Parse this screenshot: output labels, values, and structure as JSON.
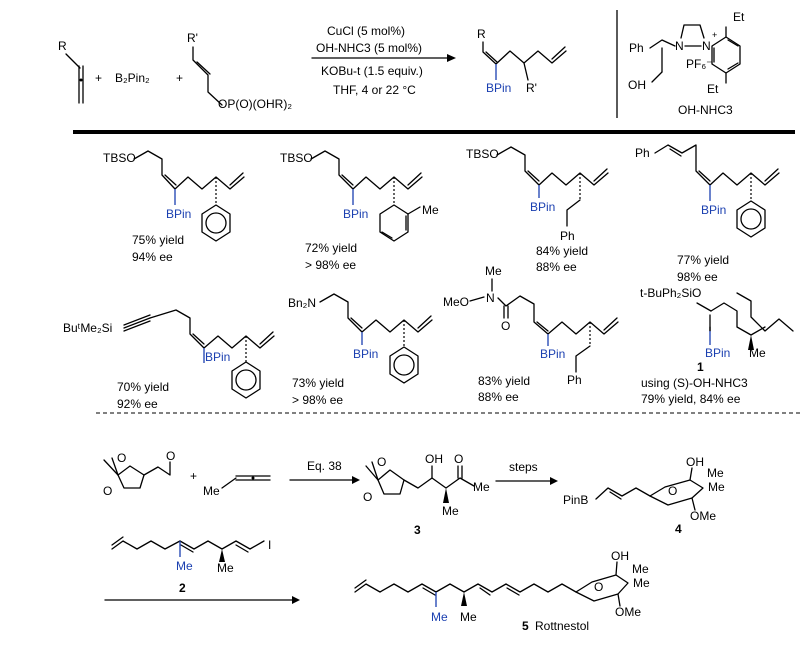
{
  "reaction": {
    "r_label": "R",
    "plus": "+",
    "b2pin2": "B₂Pin₂",
    "rprime": "R'",
    "phosphate": "OP(O)(OHR)₂",
    "cond1": "CuCl (5 mol%)",
    "cond2": "OH-NHC3 (5 mol%)",
    "cond3": "KOBu-t (1.5 equiv.)",
    "cond4": "THF, 4 or 22 °C",
    "prod_r": "R",
    "prod_bpin": "BPin",
    "prod_rprime": "R'"
  },
  "catalyst": {
    "name": "OH-NHC3",
    "ph": "Ph",
    "oh": "OH",
    "et": "Et",
    "n": "N",
    "plus": "+",
    "pf6": "PF₆⁻"
  },
  "products": [
    {
      "top": "TBSO",
      "bpin": "BPin",
      "yield": "75% yield",
      "ee": "94% ee"
    },
    {
      "top": "TBSO",
      "bpin": "BPin",
      "sub": "Me",
      "yield": "72% yield",
      "ee": "> 98% ee"
    },
    {
      "top": "TBSO",
      "bpin": "BPin",
      "sub": "Ph",
      "yield": "84% yield",
      "ee": "88% ee"
    },
    {
      "top": "Ph",
      "bpin": "BPin",
      "yield": "77% yield",
      "ee": "98% ee"
    },
    {
      "top": "BuᵗMe₂Si",
      "bpin": "BPin",
      "yield": "70% yield",
      "ee": "92% ee"
    },
    {
      "top": "Bn₂N",
      "bpin": "BPin",
      "yield": "73% yield",
      "ee": "> 98% ee"
    },
    {
      "top": "MeO",
      "n": "N",
      "me": "Me",
      "o": "O",
      "bpin": "BPin",
      "sub": "Ph",
      "yield": "83% yield",
      "ee": "88% ee"
    },
    {
      "top": "t-BuPh₂SiO",
      "bpin": "BPin",
      "sub": "Me",
      "num": "1",
      "note": "using (S)-OH-NHC3",
      "yield": "79% yield, 84% ee"
    }
  ],
  "synthesis": {
    "plus": "+",
    "me": "Me",
    "o": "O",
    "oh": "OH",
    "eq38": "Eq. 38",
    "steps": "steps",
    "pinb": "PinB",
    "ome": "OMe",
    "c3": "3",
    "c4": "4",
    "c2": "2",
    "i": "I",
    "c5": "5",
    "rottnestol": "Rottnestol"
  }
}
